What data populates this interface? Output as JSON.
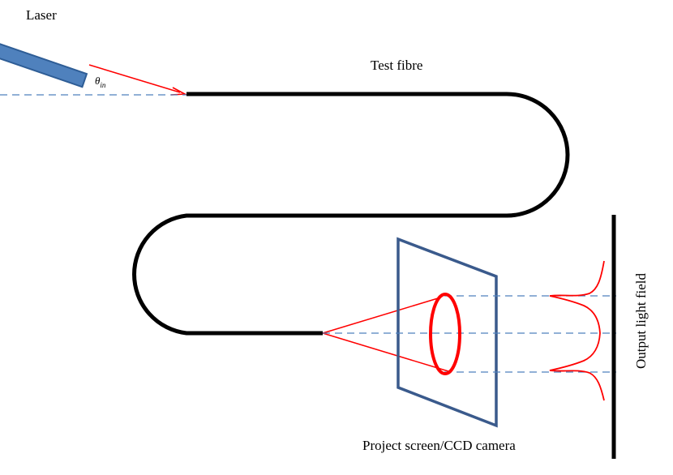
{
  "labels": {
    "laser": "Laser",
    "angle_symbol": "θ",
    "angle_subscript": "in",
    "test_fibre": "Test fibre",
    "output_field": "Output light  field",
    "screen": "Project screen/CCD camera"
  },
  "colors": {
    "laser_body": "#4f81bd",
    "laser_outline": "#2e5d96",
    "beam": "#ff0000",
    "fibre": "#000000",
    "axis_dashed": "#4f81bd",
    "screen_frame": "#3a5a8c",
    "output_bar": "#000000"
  }
}
